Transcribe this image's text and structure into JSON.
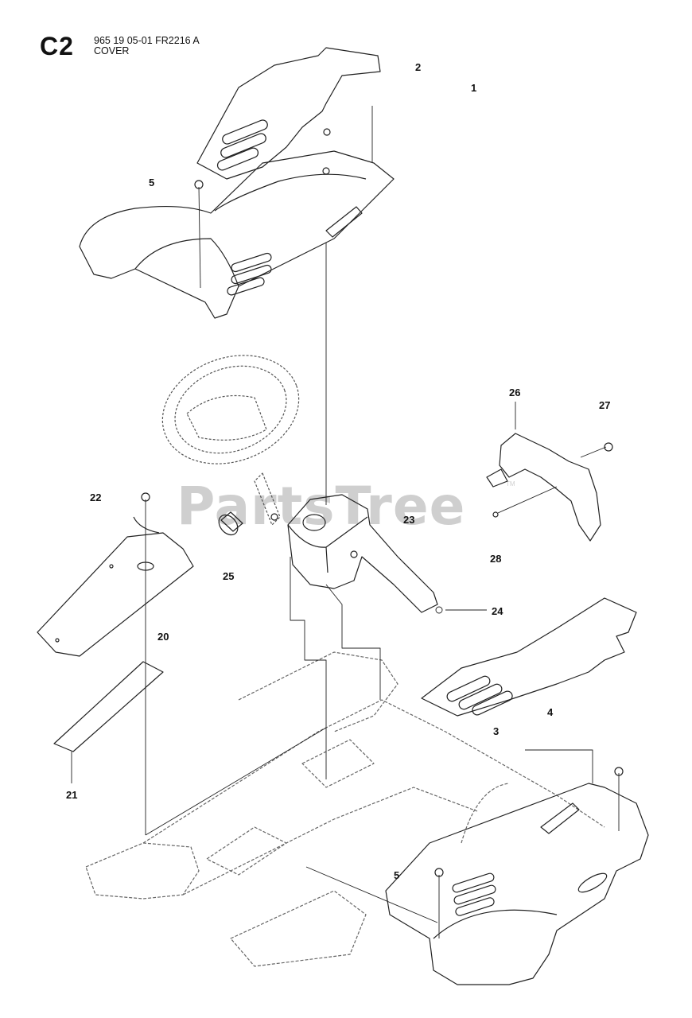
{
  "header": {
    "section": "C2",
    "part_number": "965 19 05-01 FR2216 A",
    "title": "COVER"
  },
  "watermark": {
    "text": "PartsTree",
    "mark": "TM"
  },
  "callouts": {
    "c2": "2",
    "c1": "1",
    "c5a": "5",
    "c26": "26",
    "c27": "27",
    "c22": "22",
    "c23": "23",
    "c28": "28",
    "c25": "25",
    "c24": "24",
    "c20": "20",
    "c4": "4",
    "c3": "3",
    "c21": "21",
    "c5b": "5"
  }
}
